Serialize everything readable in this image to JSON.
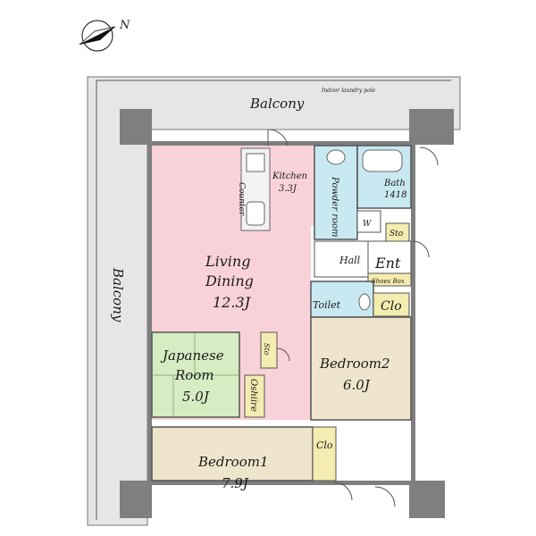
{
  "compass": {
    "label": "N",
    "icon": "north-arrow-icon"
  },
  "labels": {
    "balcony_top": "Balcony",
    "balcony_left": "Balcony",
    "laundry_pole": "Indoor laundry pole",
    "kitchen_name": "Kitchen",
    "kitchen_size": "3.3J",
    "counter": "Counter",
    "powder_room": "Powder room",
    "washer": "W",
    "bath_name": "Bath",
    "bath_size": "1418",
    "sto_top": "Sto",
    "hall": "Hall",
    "ent": "Ent",
    "shoes_box": "Shoes Box",
    "living_line1": "Living",
    "living_line2": "Dining",
    "living_size": "12.3J",
    "toilet": "Toilet",
    "clo_right": "Clo",
    "japanese_line1": "Japanese",
    "japanese_line2": "Room",
    "japanese_size": "5.0J",
    "sto_mid": "Sto",
    "oshiire": "Oshiire",
    "bedroom2_name": "Bedroom2",
    "bedroom2_size": "6.0J",
    "bedroom1_name": "Bedroom1",
    "bedroom1_size": "7.9J",
    "clo_bottom": "Clo"
  },
  "colors": {
    "living": "#f9d2d9",
    "japanese": "#d6ecc2",
    "bedroom": "#efe5cc",
    "wet_area": "#c9e9f2",
    "storage": "#f4ecb0",
    "balcony": "#e6e6e6",
    "hall": "#ffffff"
  }
}
